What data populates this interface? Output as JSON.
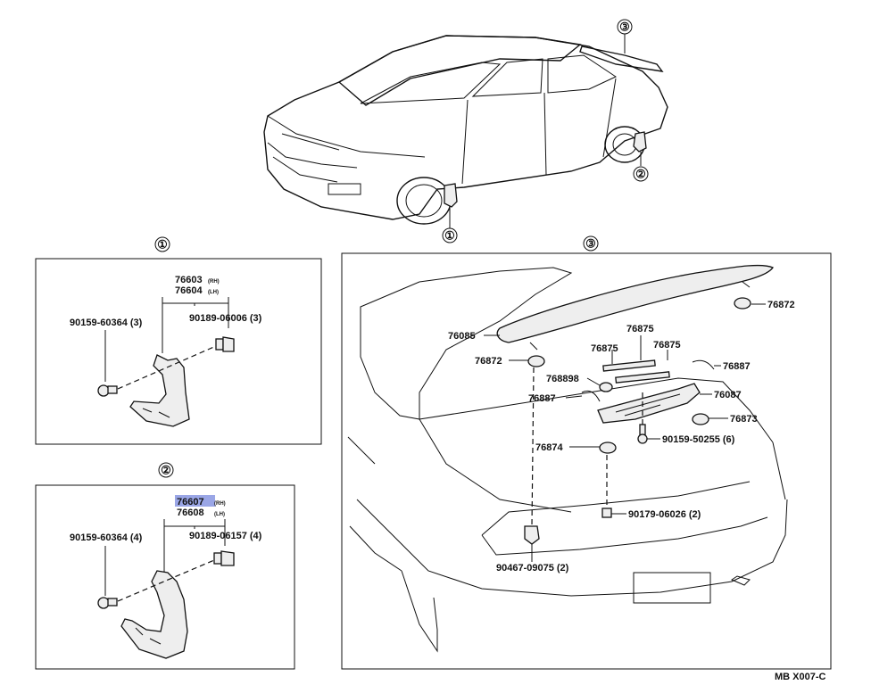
{
  "callouts": [
    "①",
    "②",
    "③"
  ],
  "panel1": {
    "part_rh": "76603",
    "part_rh_sub": "(RH)",
    "part_lh": "76604",
    "part_lh_sub": "(LH)",
    "screw": "90159-60364 (3)",
    "clip": "90189-06006 (3)"
  },
  "panel2": {
    "part_rh": "76607",
    "part_rh_sub": "(RH)",
    "part_lh": "76608",
    "part_lh_sub": "(LH)",
    "screw": "90159-60364 (4)",
    "clip": "90189-06157 (4)",
    "highlight_color": "#9aa6e6"
  },
  "panel3": {
    "spoiler": "76085",
    "pad_a": "76872",
    "pad_b": "76872",
    "tape_a": "76875",
    "tape_b": "76875",
    "tape_c": "76875",
    "pad_c": "76887",
    "pad_d": "76887",
    "plate": "768898",
    "bracket": "76087",
    "pad_e": "76873",
    "pad_f": "76874",
    "bolt": "90159-50255 (6)",
    "nut": "90179-06026 (2)",
    "grommet": "90467-09075 (2)"
  },
  "footer": "MB X007-C"
}
